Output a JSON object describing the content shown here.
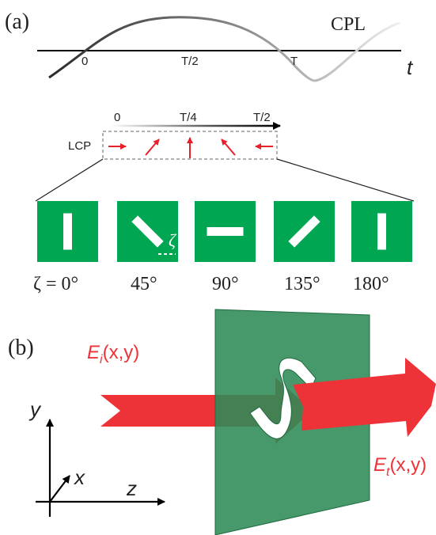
{
  "colors": {
    "green": "#00a651",
    "dark_green": "#2e8b57",
    "red": "#ee3338",
    "arrow_red": "#e8202a",
    "black": "#231f20"
  },
  "panel_a": {
    "label": "(a)",
    "wave_label": "CPL",
    "time_axis_label": "t",
    "wave_ticks": [
      "0",
      "T/2",
      "T"
    ],
    "lcp_label": "LCP",
    "lcp_ticks": [
      "0",
      "T/4",
      "T/2"
    ],
    "zeta_symbol": "ζ",
    "angle_labels": [
      "ζ = 0°",
      "45°",
      "90°",
      "135°",
      "180°"
    ],
    "slot_angles_deg": [
      0,
      45,
      90,
      135,
      180
    ]
  },
  "panel_b": {
    "label": "(b)",
    "incident_field": {
      "symbol": "E",
      "subscript": "i",
      "args": "(x,y)"
    },
    "transmitted_field": {
      "symbol": "E",
      "subscript": "t",
      "args": "(x,y)"
    },
    "axes": {
      "x": "x",
      "y": "y",
      "z": "z"
    }
  }
}
